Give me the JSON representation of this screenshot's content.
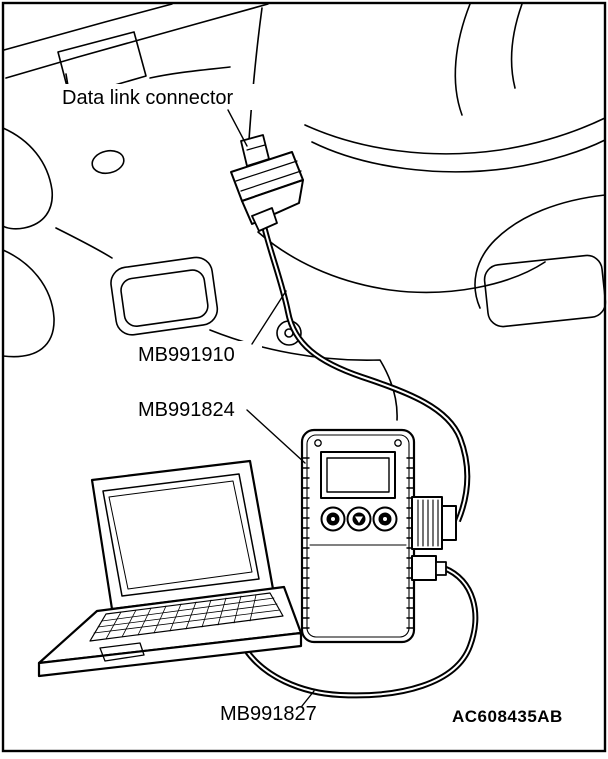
{
  "figure": {
    "code": "AC608435AB",
    "labels": {
      "data_link_connector": "Data link connector",
      "cable_top": "MB991910",
      "interface_unit": "MB991824",
      "cable_bottom": "MB991827"
    },
    "colors": {
      "line": "#000000",
      "background": "#ffffff"
    }
  }
}
